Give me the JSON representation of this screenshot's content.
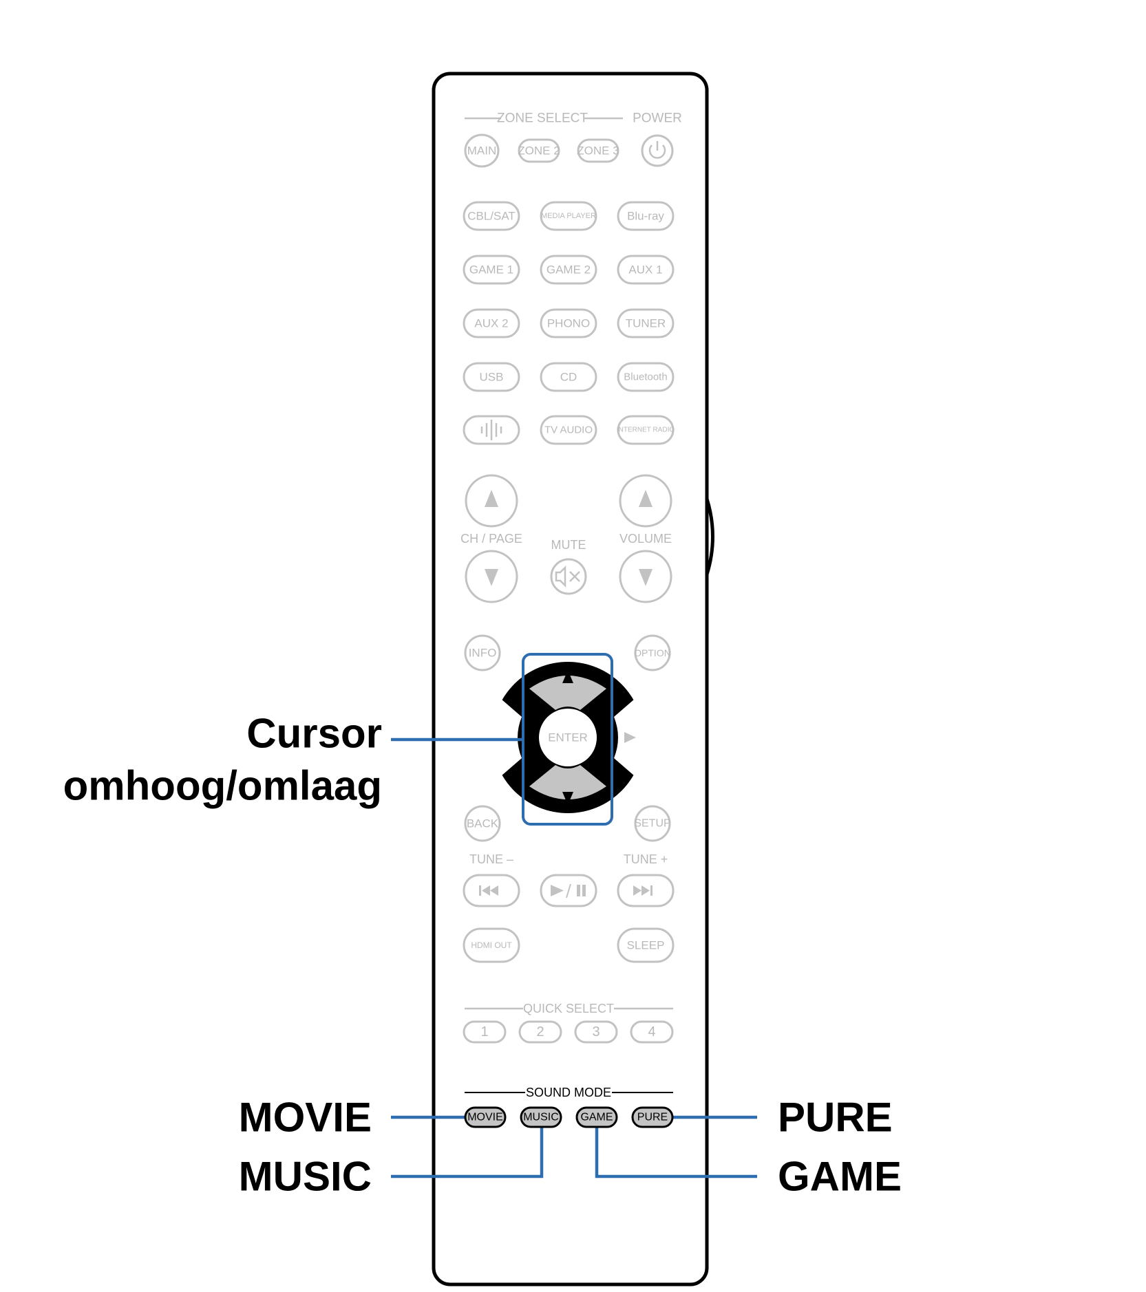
{
  "zone_select": {
    "label": "ZONE SELECT",
    "main": "MAIN",
    "zone2": "ZONE 2",
    "zone3": "ZONE 3"
  },
  "power_label": "POWER",
  "inputs": {
    "row1": [
      "CBL/SAT",
      "MEDIA PLAYER",
      "Blu-ray"
    ],
    "row2": [
      "GAME 1",
      "GAME 2",
      "AUX 1"
    ],
    "row3": [
      "AUX 2",
      "PHONO",
      "TUNER"
    ],
    "row4": [
      "USB",
      "CD",
      "Bluetooth"
    ],
    "row5_tv_audio": "TV AUDIO",
    "row5_internet_radio": "INTERNET RADIO"
  },
  "ch_page_label": "CH / PAGE",
  "mute_label": "MUTE",
  "volume_label": "VOLUME",
  "info_label": "INFO",
  "option_label": "OPTION",
  "enter_label": "ENTER",
  "back_label": "BACK",
  "setup_label": "SETUP",
  "tune_minus_label": "TUNE –",
  "tune_plus_label": "TUNE +",
  "hdmi_out_label": "HDMI OUT",
  "sleep_label": "SLEEP",
  "quick_select": {
    "label": "QUICK SELECT",
    "buttons": [
      "1",
      "2",
      "3",
      "4"
    ]
  },
  "sound_mode": {
    "label": "SOUND MODE",
    "movie": "MOVIE",
    "music": "MUSIC",
    "game": "GAME",
    "pure": "PURE"
  },
  "callouts": {
    "cursor_line1": "Cursor",
    "cursor_line2": "omhoog/omlaag",
    "movie": "MOVIE",
    "music": "MUSIC",
    "pure": "PURE",
    "game": "GAME"
  },
  "colors": {
    "highlight": "#2e6db0",
    "inactive_button": "#c2c2c2",
    "active_button_fill": "#c4c4c4"
  }
}
